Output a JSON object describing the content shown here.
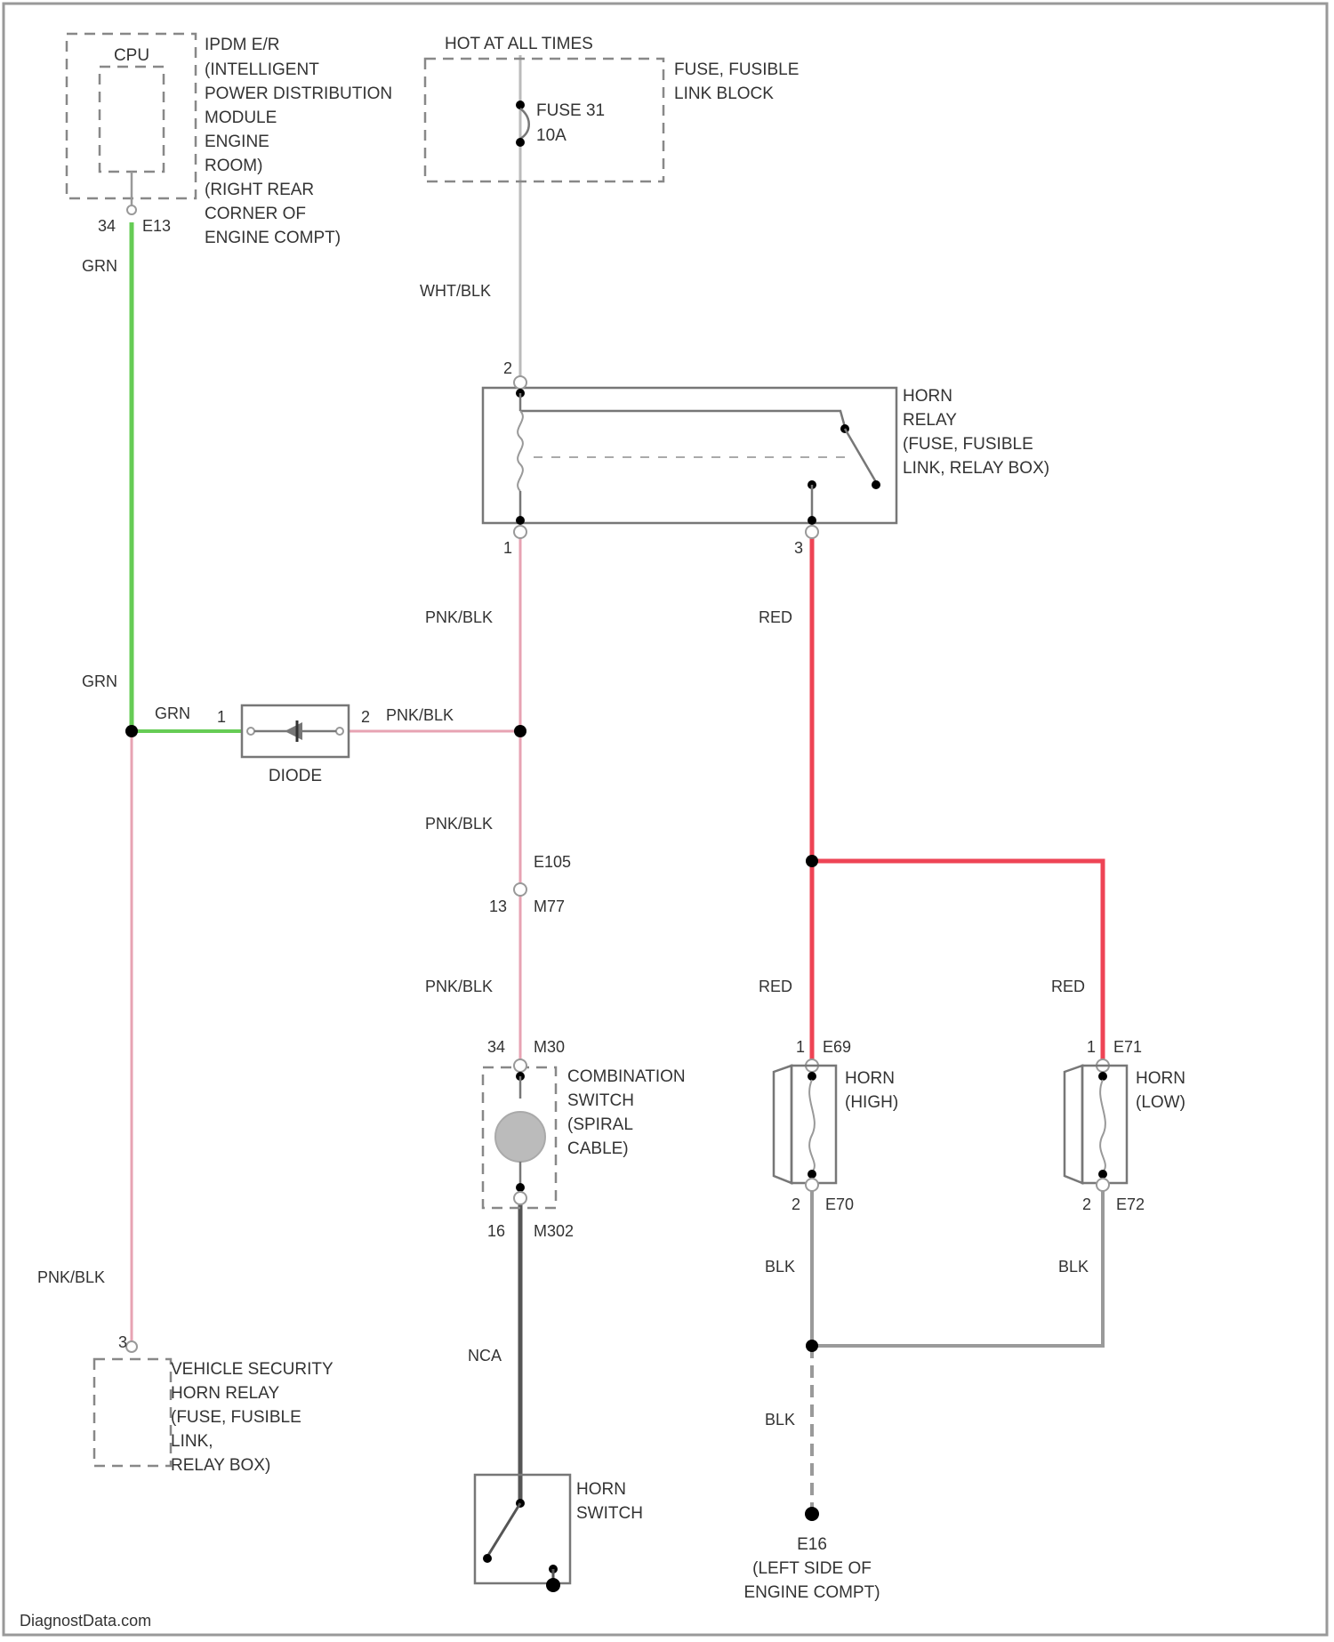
{
  "colors": {
    "GRN": "#66cc55",
    "PNK_BLK": "#e7a3b3",
    "RED": "#ee4455",
    "WHT_BLK": "#bbbbbb",
    "BLK": "#9a9a9a",
    "NCA": "#555555",
    "component": "#777777"
  },
  "components": {
    "ipdm": {
      "cpu": "CPU",
      "lines": [
        "IPDM E/R",
        "(INTELLIGENT",
        "POWER DISTRIBUTION",
        "MODULE",
        "ENGINE",
        "ROOM)",
        "(RIGHT REAR",
        "CORNER OF",
        "ENGINE COMPT)"
      ],
      "pin": "34",
      "connector": "E13"
    },
    "fuse_block": {
      "header": "HOT AT ALL TIMES",
      "lines": [
        "FUSE, FUSIBLE",
        "LINK BLOCK"
      ],
      "fuse": "FUSE 31",
      "rating": "10A"
    },
    "horn_relay": {
      "lines": [
        "HORN",
        "RELAY",
        "(FUSE, FUSIBLE",
        "LINK, RELAY BOX)"
      ],
      "pin_top": "2",
      "pin_bottom_left": "1",
      "pin_bottom_right": "3"
    },
    "diode": {
      "label": "DIODE",
      "pin_left": "1",
      "pin_right": "2"
    },
    "connector_e105": {
      "connector": "E105",
      "connector2": "M77",
      "pin": "13"
    },
    "combination_switch": {
      "lines": [
        "COMBINATION",
        "SWITCH",
        "(SPIRAL",
        "CABLE)"
      ],
      "pin_top": "34",
      "conn_top": "M30",
      "pin_bottom": "16",
      "conn_bottom": "M302"
    },
    "horn_switch": {
      "lines": [
        "HORN",
        "SWITCH"
      ]
    },
    "horn_high": {
      "lines": [
        "HORN",
        "(HIGH)"
      ],
      "pin_top": "1",
      "conn_top": "E69",
      "pin_bottom": "2",
      "conn_bottom": "E70"
    },
    "horn_low": {
      "lines": [
        "HORN",
        "(LOW)"
      ],
      "pin_top": "1",
      "conn_top": "E71",
      "pin_bottom": "2",
      "conn_bottom": "E72"
    },
    "ground": {
      "lines": [
        "E16",
        "(LEFT SIDE OF",
        "ENGINE COMPT)"
      ]
    },
    "security_relay": {
      "lines": [
        "VEHICLE SECURITY",
        "HORN RELAY",
        "(FUSE, FUSIBLE",
        "LINK,",
        "RELAY BOX)"
      ],
      "pin": "3"
    }
  },
  "wires": {
    "grn_top": "GRN",
    "grn_mid": "GRN",
    "grn_diode": "GRN",
    "wht_blk": "WHT/BLK",
    "pnk_blk_1": "PNK/BLK",
    "pnk_blk_diode": "PNK/BLK",
    "pnk_blk_2": "PNK/BLK",
    "pnk_blk_3": "PNK/BLK",
    "pnk_blk_left": "PNK/BLK",
    "red_1": "RED",
    "red_high": "RED",
    "red_low": "RED",
    "blk_high": "BLK",
    "blk_low": "BLK",
    "blk_ground": "BLK",
    "nca": "NCA"
  },
  "footer": "DiagnostData.com"
}
